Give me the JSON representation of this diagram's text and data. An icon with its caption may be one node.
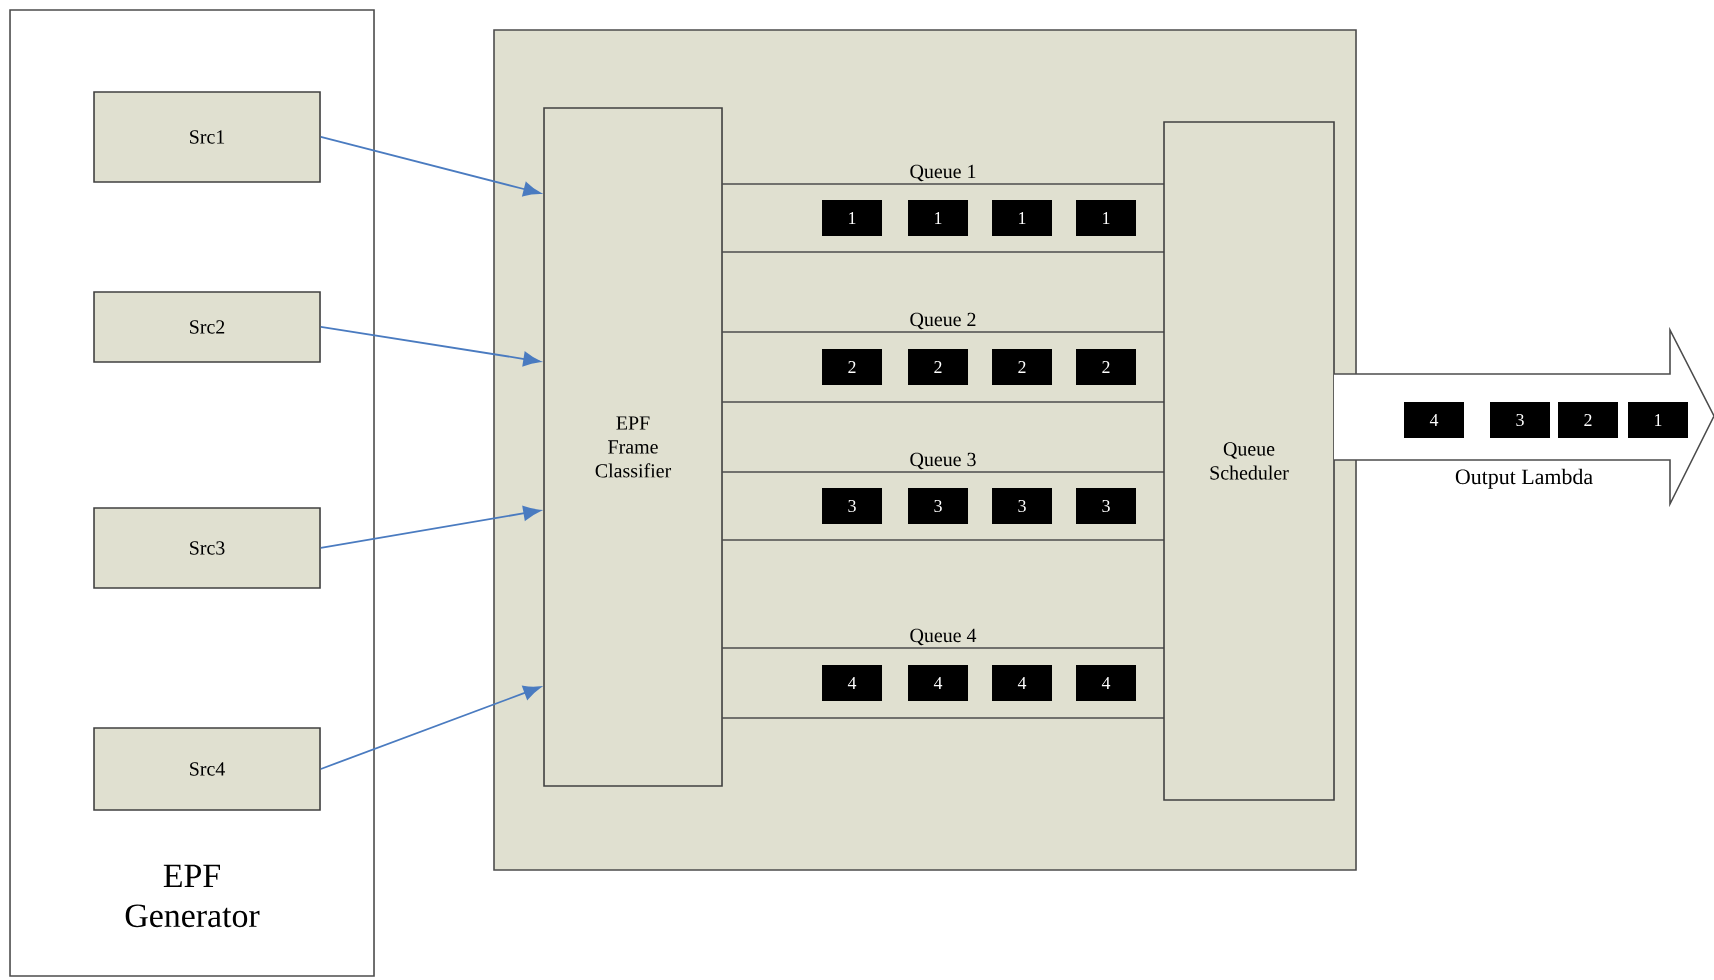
{
  "diagram": {
    "nodes": [
      {
        "text": [
          "EPF Generator"
        ]
      },
      {
        "text": [
          "Src1"
        ],
        "in": 0
      },
      {
        "text": [
          "Src2"
        ],
        "in": 0
      },
      {
        "text": [
          "Src3"
        ],
        "in": 0
      },
      {
        "text": [
          "Src4"
        ],
        "in": 0
      },
      {
        "text": [],
        "shape": "box"
      },
      {
        "text": [
          "EPF Frame Classifier"
        ],
        "in": 5
      },
      {
        "text": [
          "Queue 1"
        ],
        "in": 5
      },
      {
        "text": [
          "1"
        ],
        "in": 7
      },
      {
        "text": [
          "1"
        ],
        "in": 7
      },
      {
        "text": [
          "1"
        ],
        "in": 7
      },
      {
        "text": [
          "1"
        ],
        "in": 7
      },
      {
        "text": [
          "Queue 2"
        ],
        "in": 5
      },
      {
        "text": [
          "2"
        ],
        "in": 12
      },
      {
        "text": [
          "2"
        ],
        "in": 12
      },
      {
        "text": [
          "2"
        ],
        "in": 12
      },
      {
        "text": [
          "2"
        ],
        "in": 12
      },
      {
        "text": [
          "Queue 3"
        ],
        "in": 5
      },
      {
        "text": [
          "3"
        ],
        "in": 17
      },
      {
        "text": [
          "3"
        ],
        "in": 17
      },
      {
        "text": [
          "3"
        ],
        "in": 17
      },
      {
        "text": [
          "3"
        ],
        "in": 17
      },
      {
        "text": [
          "Queue 4"
        ],
        "in": 5
      },
      {
        "text": [
          "4"
        ],
        "in": 22
      },
      {
        "text": [
          "4"
        ],
        "in": 22
      },
      {
        "text": [
          "4"
        ],
        "in": 22
      },
      {
        "text": [
          "4"
        ],
        "in": 22
      },
      {
        "text": [
          "Queue Scheduler"
        ],
        "in": 5
      },
      {
        "text": [
          "Output Lambda"
        ]
      },
      {
        "text": [
          "4"
        ],
        "in": 28
      },
      {
        "text": [
          "3"
        ],
        "in": 28
      },
      {
        "text": [
          "2"
        ],
        "in": 28
      },
      {
        "text": [
          "1"
        ],
        "in": 28
      }
    ],
    "edges": [
      {
        "from": 1,
        "to": 6,
        "arrow": "to"
      },
      {
        "from": 2,
        "to": 6,
        "arrow": "to"
      },
      {
        "from": 3,
        "to": 6,
        "arrow": "to"
      },
      {
        "from": 4,
        "to": 6,
        "arrow": "to"
      }
    ]
  }
}
